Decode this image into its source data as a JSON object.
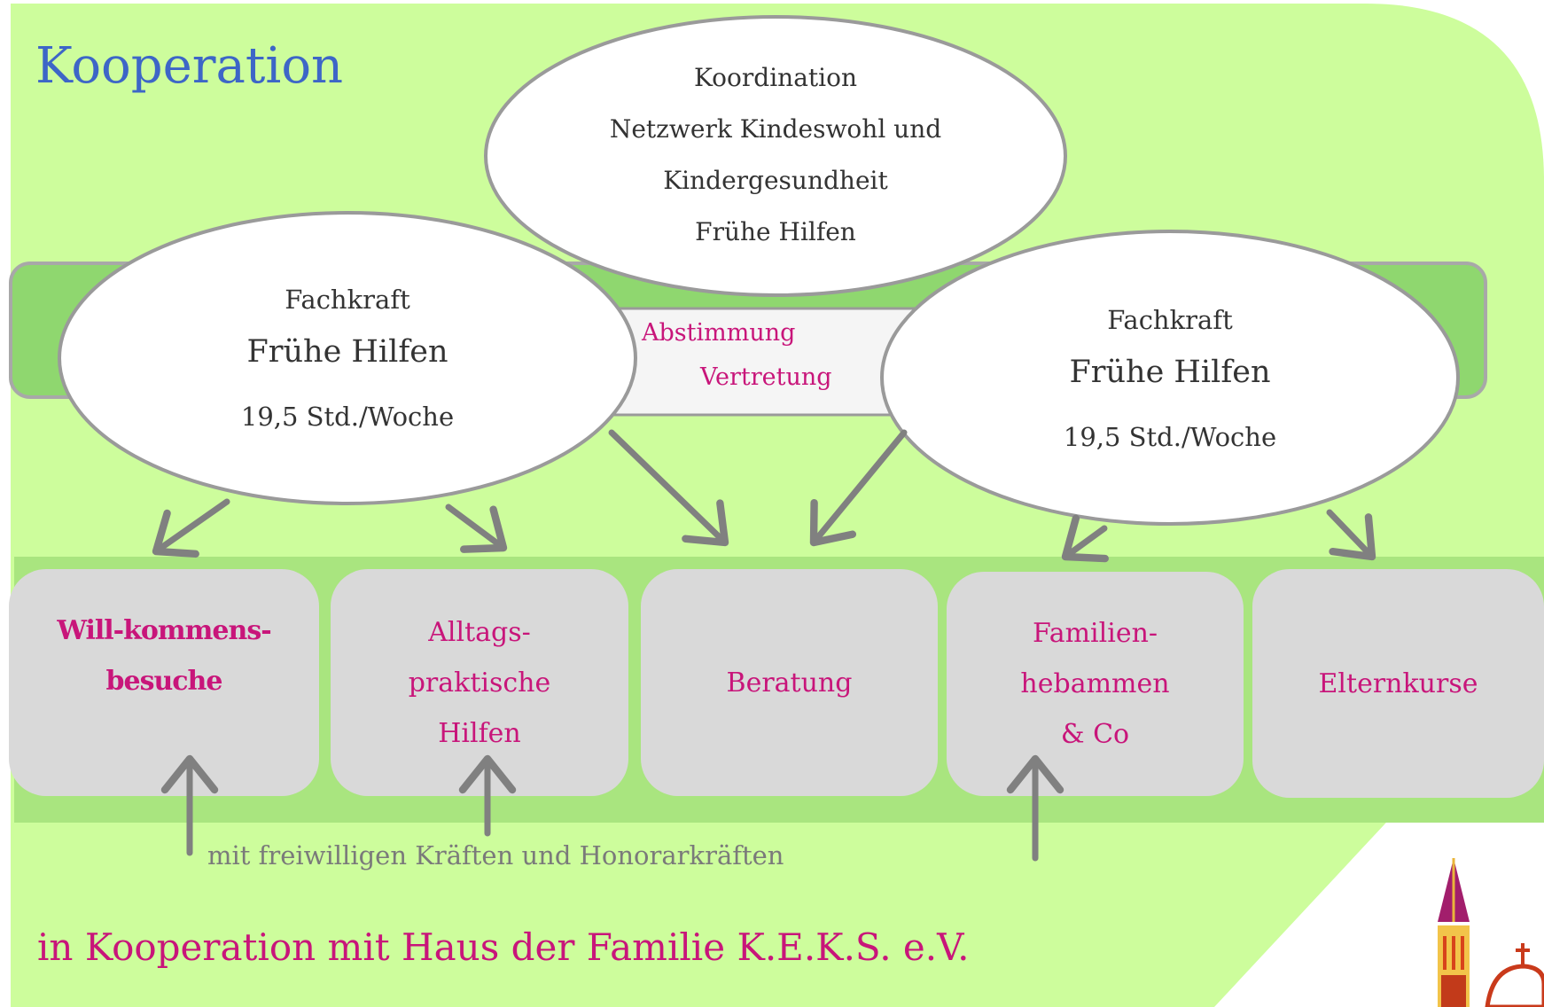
{
  "title": "Kooperation",
  "coordination": {
    "lines": [
      "Koordination",
      "Netzwerk Kindeswohl und",
      "Kindergesundheit",
      "Frühe Hilfen"
    ]
  },
  "fachkraft_left": {
    "line1": "Fachkraft",
    "line2": "Frühe Hilfen",
    "hours": "19,5 Std./Woche"
  },
  "fachkraft_right": {
    "line1": "Fachkraft",
    "line2": "Frühe Hilfen",
    "hours": "19,5 Std./Woche"
  },
  "cooperation_labels": {
    "coordination": "Abstimmung",
    "substitution": "Vertretung"
  },
  "services": [
    {
      "lines": [
        "Will-kommens-",
        "besuche"
      ]
    },
    {
      "lines": [
        "Alltags-",
        "praktische",
        "Hilfen"
      ]
    },
    {
      "lines": [
        "Beratung"
      ]
    },
    {
      "lines": [
        "Familien-",
        "hebammen",
        "& Co"
      ]
    },
    {
      "lines": [
        "Elternkurse"
      ]
    }
  ],
  "volunteer_note": "mit freiwilligen Kräften und Honorarkräften",
  "footer": "in Kooperation mit Haus der Familie K.E.K.S. e.V.",
  "colors": {
    "background_light_green": "#cdfd9c",
    "band_green": "#a9e57f",
    "bar_green": "#8fd76f",
    "box_gray": "#d9d9d9",
    "accent_magenta": "#c8157a",
    "title_blue": "#3d66c7",
    "arrow_gray": "#808080"
  },
  "logo": {
    "icon": "church-tower-logo-icon"
  }
}
